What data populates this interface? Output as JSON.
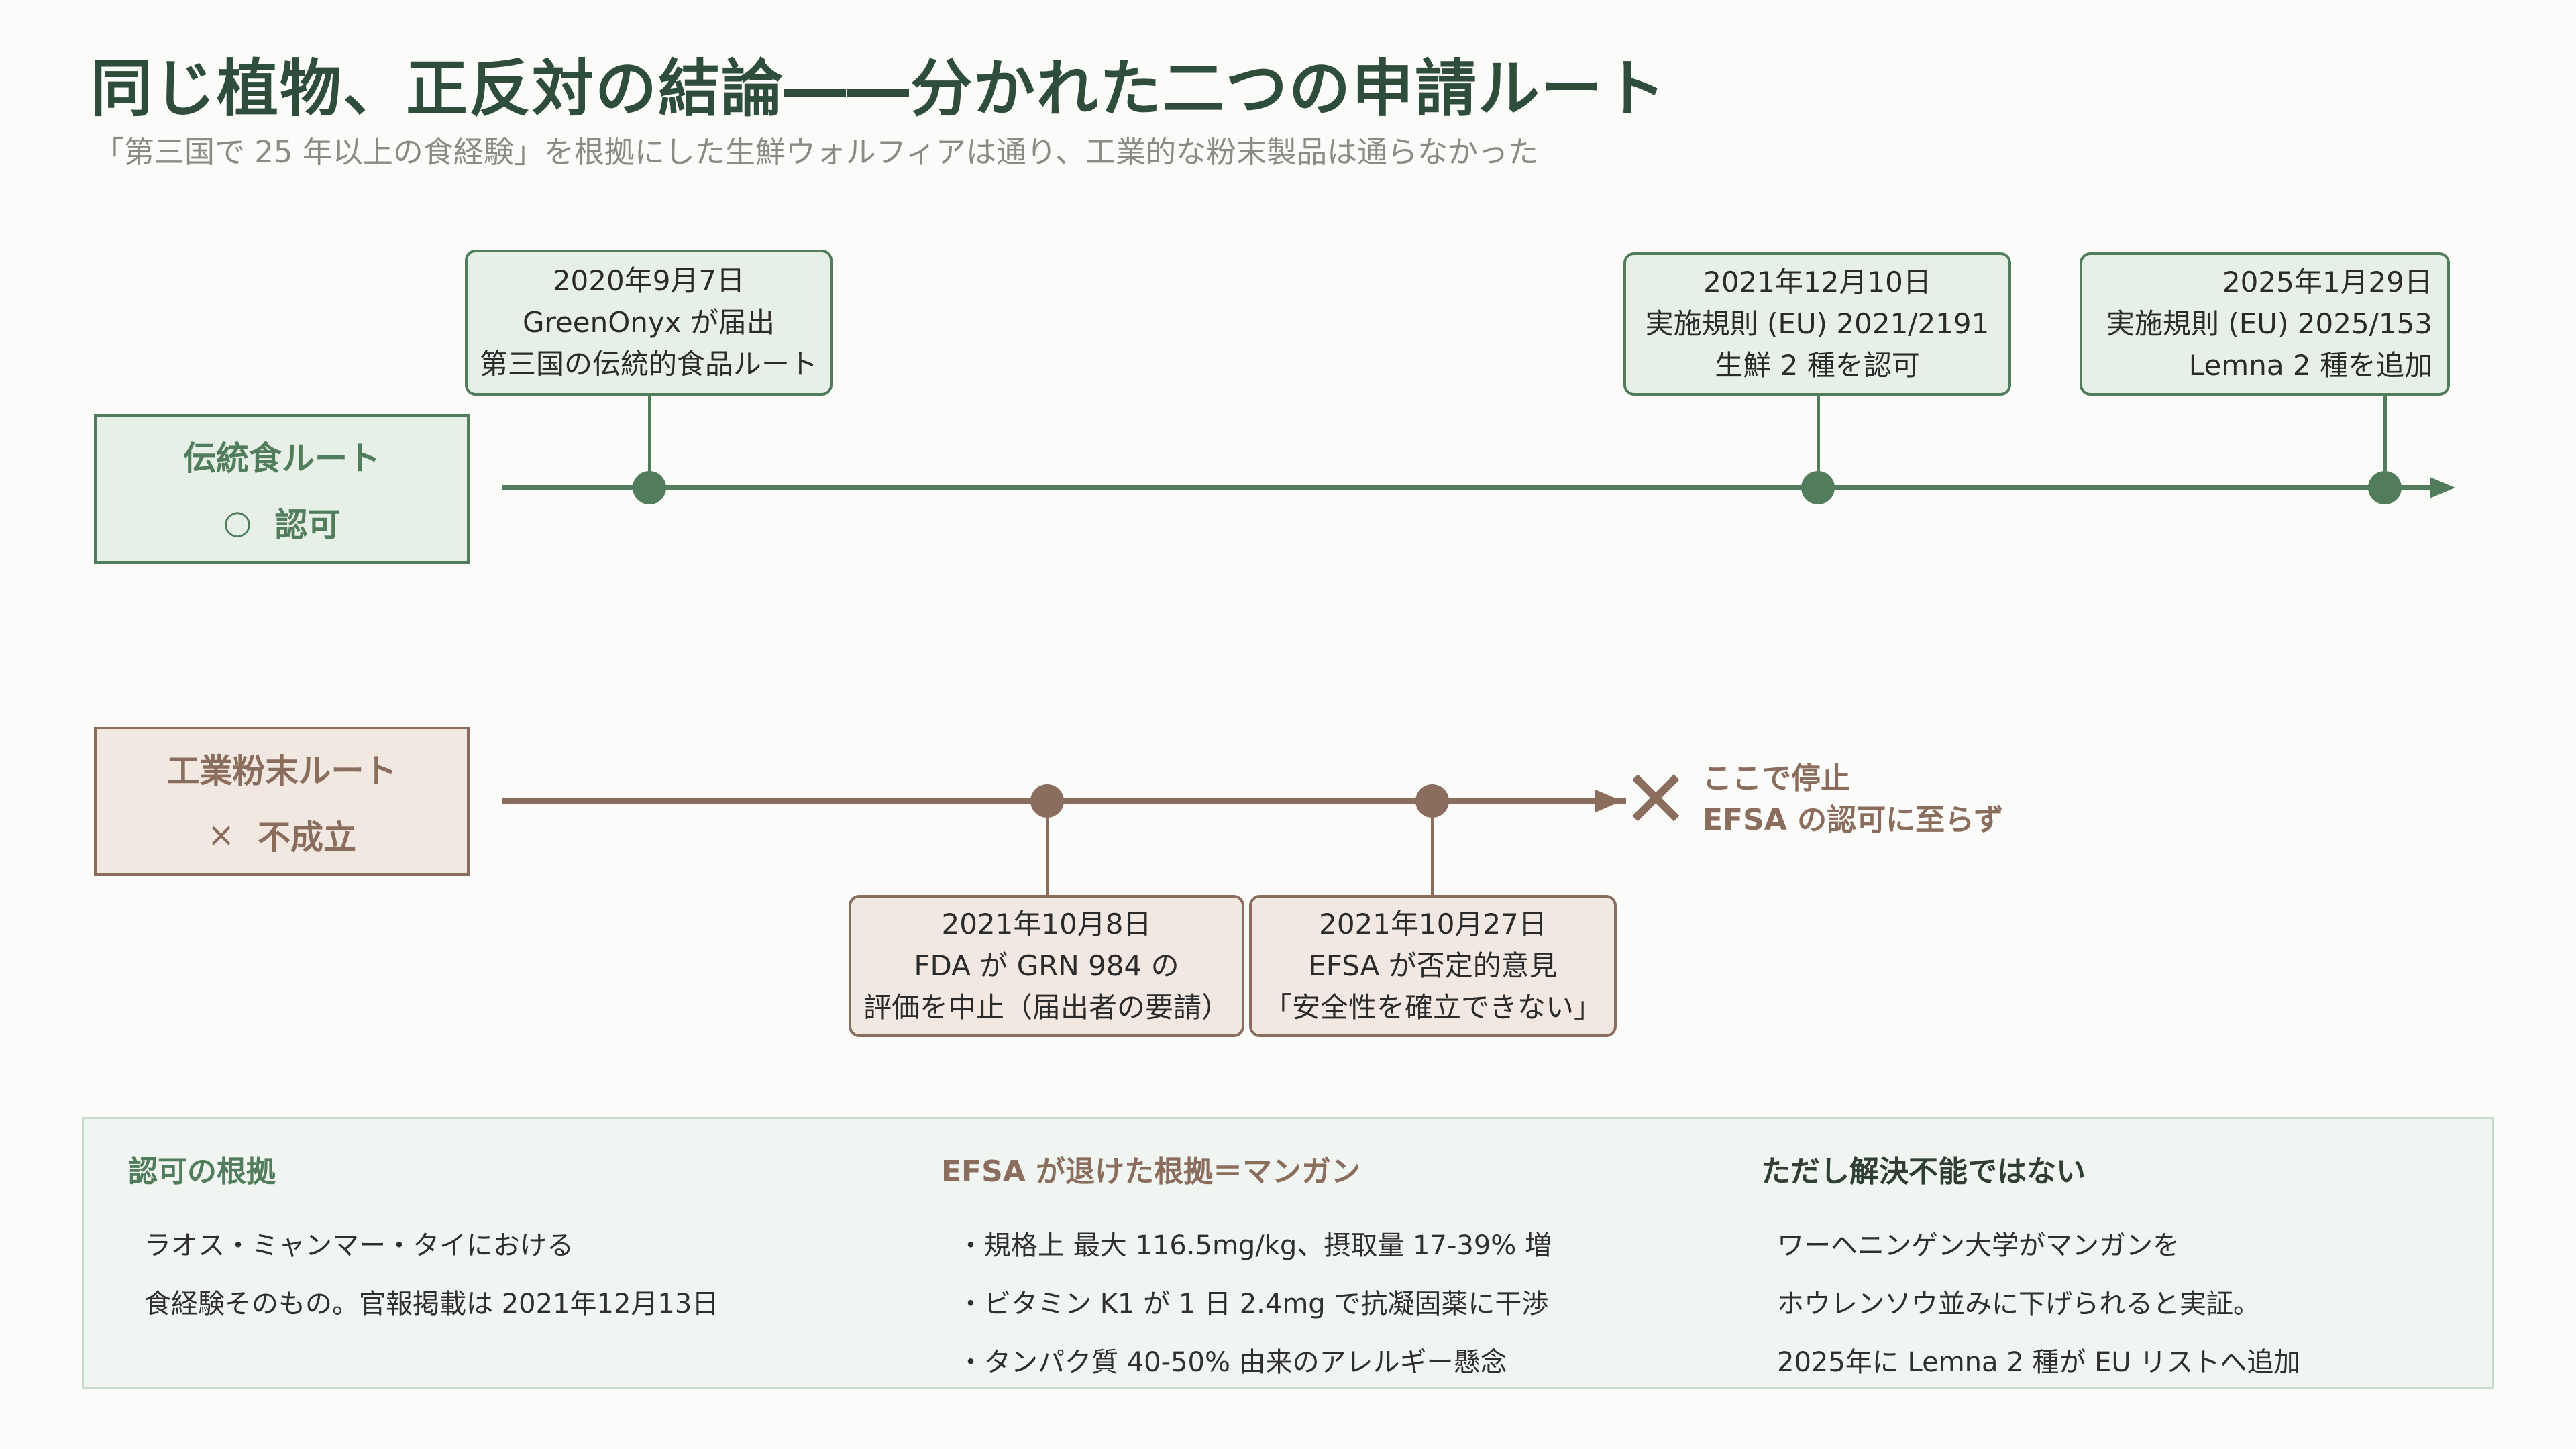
{
  "title": "同じ植物、正反対の結論――分かれた二つの申請ルート",
  "subtitle": "「第三国で 25 年以上の食経験」を根拠にした生鮮ウォルフィアは通り、工業的な粉末製品は通らなかった",
  "colors": {
    "green": "#517d5d",
    "green_fill": "#e6f0e7",
    "brown": "#8a6d5c",
    "brown_fill": "#f2e8e2",
    "title": "#2f4d3b"
  },
  "routes": {
    "traditional": {
      "name": "伝統食ルート",
      "status_icon": "○",
      "status_label": "認可",
      "events": [
        {
          "date": "2020年9月7日",
          "line1": "GreenOnyx が届出",
          "line2": "第三国の伝統的食品ルート"
        },
        {
          "date": "2021年12月10日",
          "line1": "実施規則 (EU) 2021/2191",
          "line2": "生鮮 2 種を認可"
        },
        {
          "date": "2025年1月29日",
          "line1": "実施規則 (EU) 2025/153",
          "line2": "Lemna 2 種を追加"
        }
      ]
    },
    "industrial": {
      "name": "工業粉末ルート",
      "status_icon": "×",
      "status_label": "不成立",
      "events": [
        {
          "date": "2021年10月8日",
          "line1": "FDA が GRN 984 の",
          "line2": "評価を中止（届出者の要請）"
        },
        {
          "date": "2021年10月27日",
          "line1": "EFSA が否定的意見",
          "line2": "「安全性を確立できない」"
        }
      ],
      "stop_line1": "ここで停止",
      "stop_line2": "EFSA の認可に至らず"
    }
  },
  "panel": {
    "col1": {
      "heading": "認可の根拠",
      "lines": [
        "ラオス・ミャンマー・タイにおける",
        "食経験そのもの。官報掲載は 2021年12月13日"
      ]
    },
    "col2": {
      "heading": "EFSA が退けた根拠＝マンガン",
      "lines": [
        "・規格上 最大 116.5mg/kg、摂取量 17-39% 増",
        "・ビタミン K1 が 1 日 2.4mg で抗凝固薬に干渉",
        "・タンパク質 40-50% 由来のアレルギー懸念"
      ]
    },
    "col3": {
      "heading": "ただし解決不能ではない",
      "lines": [
        "ワーヘニンゲン大学がマンガンを",
        "ホウレンソウ並みに下げられると実証。",
        "2025年に Lemna 2 種が EU リストへ追加"
      ]
    }
  }
}
